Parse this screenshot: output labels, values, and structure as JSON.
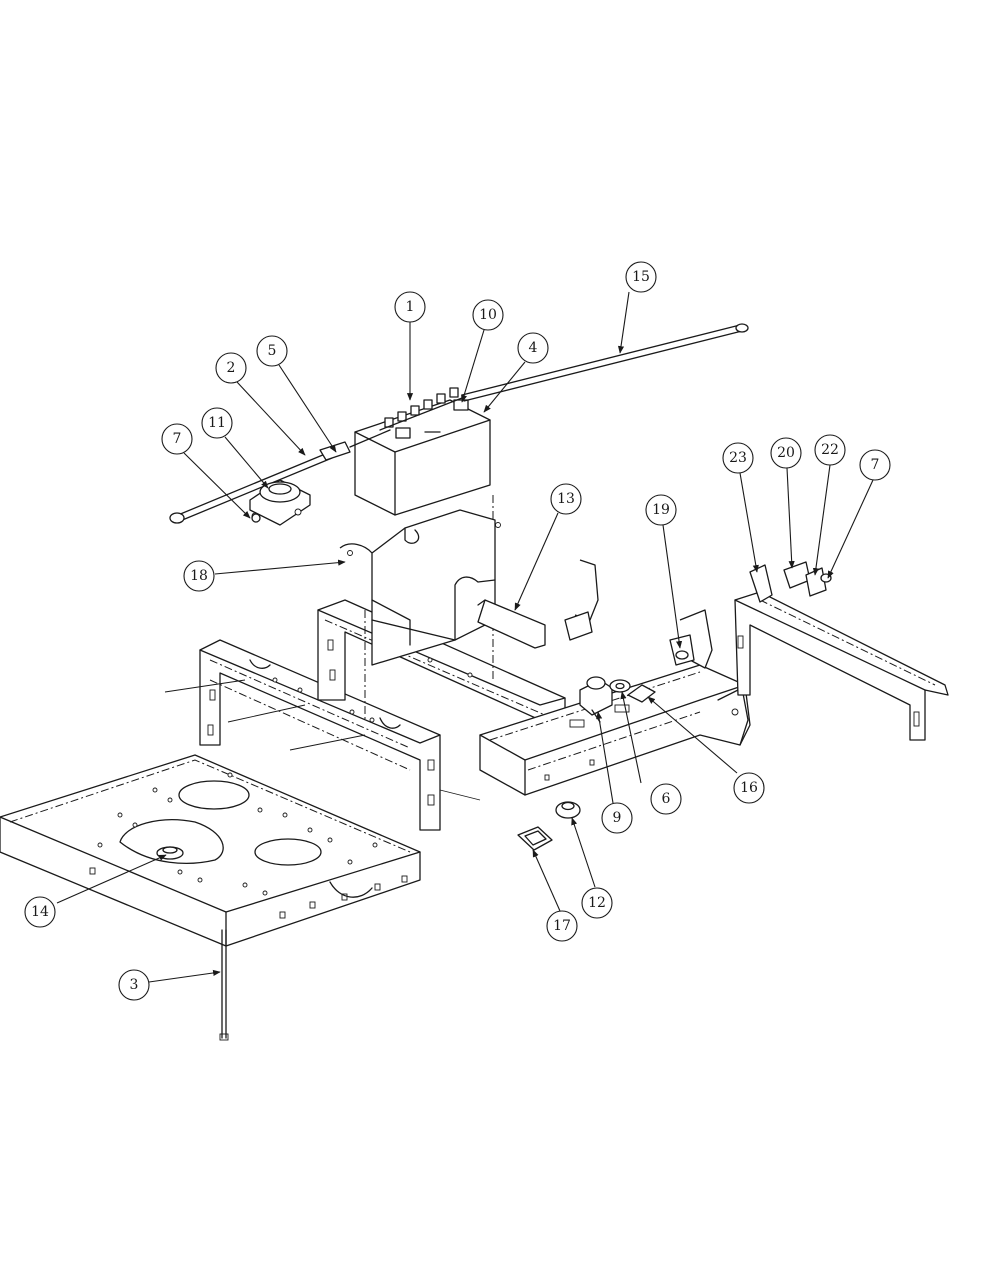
{
  "callouts": [
    {
      "label": "1"
    },
    {
      "label": "10"
    },
    {
      "label": "15"
    },
    {
      "label": "4"
    },
    {
      "label": "5"
    },
    {
      "label": "2"
    },
    {
      "label": "11"
    },
    {
      "label": "7"
    },
    {
      "label": "13"
    },
    {
      "label": "18"
    },
    {
      "label": "19"
    },
    {
      "label": "23"
    },
    {
      "label": "20"
    },
    {
      "label": "22"
    },
    {
      "label": "7"
    },
    {
      "label": "9"
    },
    {
      "label": "6"
    },
    {
      "label": "16"
    },
    {
      "label": "14"
    },
    {
      "label": "12"
    },
    {
      "label": "17"
    },
    {
      "label": "3"
    }
  ]
}
